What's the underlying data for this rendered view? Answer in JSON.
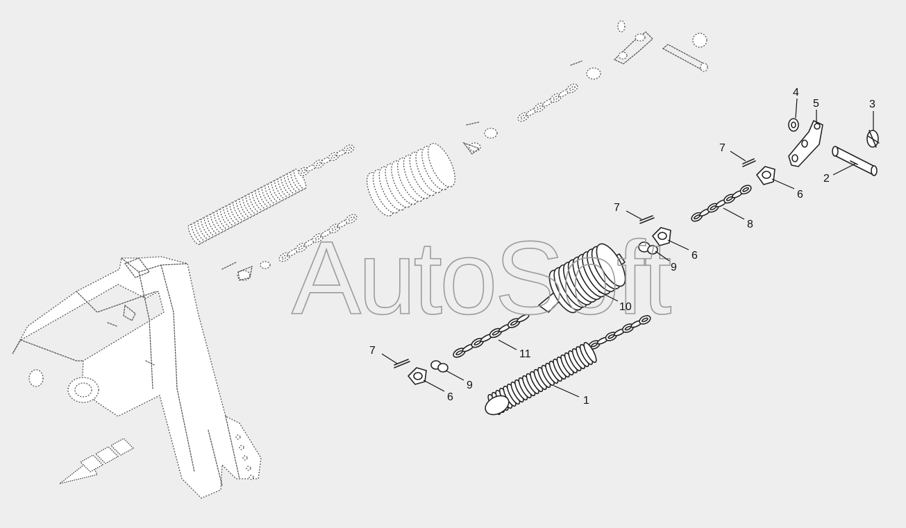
{
  "watermark": "AutoSoft",
  "callouts": {
    "c1": "1",
    "c2": "2",
    "c3": "3",
    "c4": "4",
    "c5": "5",
    "c6a": "6",
    "c6b": "6",
    "c6c": "6",
    "c7a": "7",
    "c7b": "7",
    "c7c": "7",
    "c8": "8",
    "c9a": "9",
    "c9b": "9",
    "c10": "10",
    "c11": "11"
  },
  "colors": {
    "background": "#eeeeee",
    "line": "#222222",
    "watermark": "#9a9a9a"
  }
}
